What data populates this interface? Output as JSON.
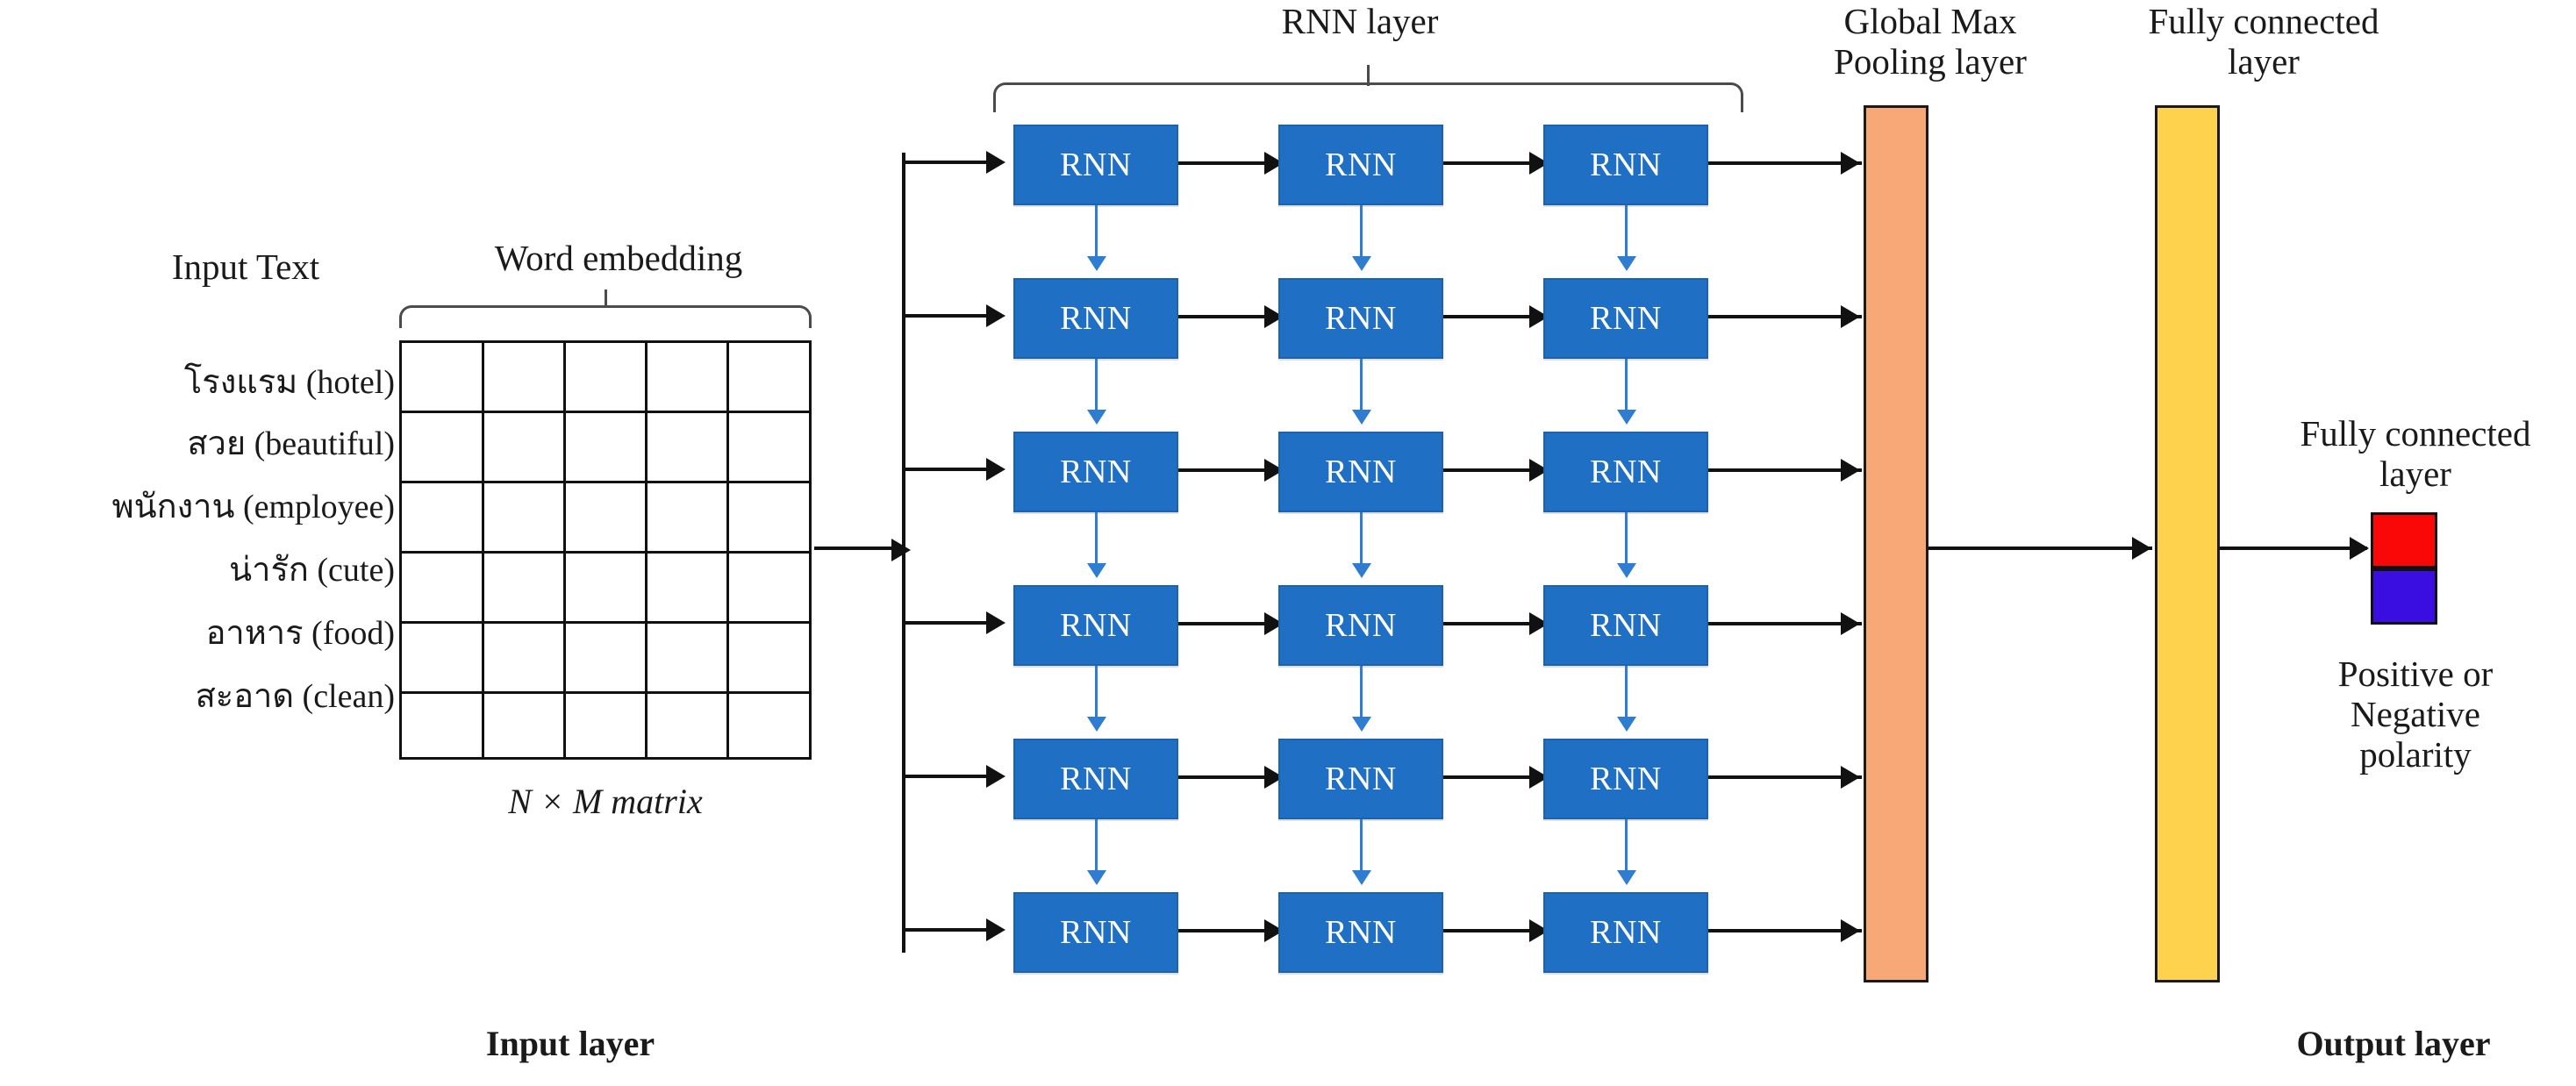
{
  "figure": {
    "title": "RNN text classification architecture",
    "type": "neural-network-architecture-diagram"
  },
  "input_layer": {
    "input_text_label": "Input Text",
    "word_embedding_label": "Word embedding",
    "matrix_caption": "N × M matrix",
    "bottom_caption": "Input layer",
    "words": [
      {
        "thai": "โรงแรม",
        "english": "hotel",
        "text": "โรงแรม (hotel)"
      },
      {
        "thai": "สวย",
        "english": "beautiful",
        "text": "สวย  (beautiful)"
      },
      {
        "thai": "พนักงาน",
        "english": "employee",
        "text": "พนักงาน  (employee)"
      },
      {
        "thai": "น่ารัก",
        "english": "cute",
        "text": "น่ารัก (cute)"
      },
      {
        "thai": "อาหาร",
        "english": "food",
        "text": "อาหาร (food)"
      },
      {
        "thai": "สะอาด",
        "english": "clean",
        "text": "สะอาด (clean)"
      }
    ],
    "matrix_rows": 6,
    "matrix_cols": 5
  },
  "rnn_layer": {
    "label": "RNN layer",
    "cell_label": "RNN",
    "rows": 6,
    "columns": 3,
    "total_cells": 18
  },
  "pooling_layer": {
    "label": "Global Max\nPooling layer",
    "label_line1": "Global Max",
    "label_line2": "Pooling layer",
    "color": "#f8a877"
  },
  "fully_connected_layer": {
    "label": "Fully connected\nlayer",
    "label_line1": "Fully connected",
    "label_line2": "layer",
    "color": "#ffd24d"
  },
  "output_layer": {
    "fc_label_line1": "Fully connected",
    "fc_label_line2": "layer",
    "polarity_caption_line1": "Positive or",
    "polarity_caption_line2": "Negative",
    "polarity_caption_line3": "polarity",
    "bottom_caption": "Output layer",
    "classes": [
      {
        "name": "positive",
        "color": "#fa0808"
      },
      {
        "name": "negative",
        "color": "#3a0ee0"
      }
    ]
  },
  "colors": {
    "rnn_blue": "#1f6fc4",
    "pooling_orange": "#f8a877",
    "fc_yellow": "#ffd24d",
    "positive_red": "#fa0808",
    "negative_blue": "#3a0ee0",
    "line_black": "#111111"
  }
}
